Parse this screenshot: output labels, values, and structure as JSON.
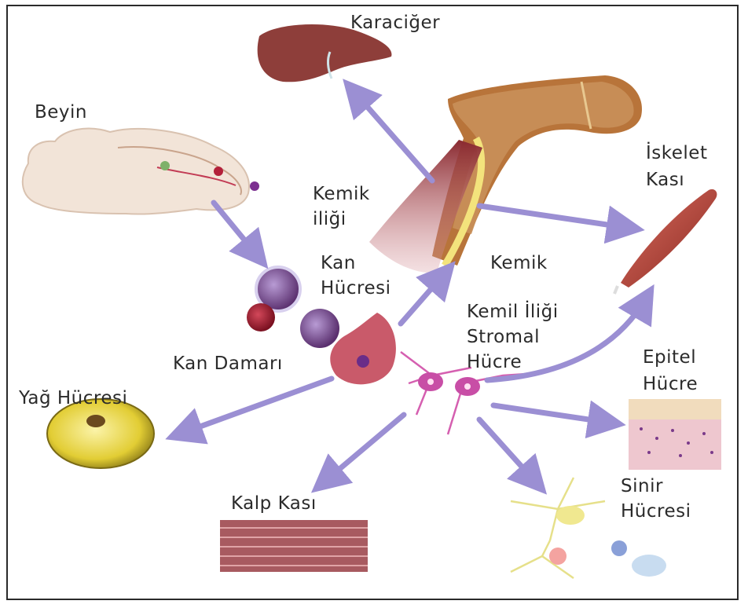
{
  "labels": {
    "liver": "Karaciğer",
    "brain": "Beyin",
    "marrow_line1": "Kemik",
    "marrow_line2": "iliği",
    "skeletal_line1": "İskelet",
    "skeletal_line2": "Kası",
    "blood_cell_line1": "Kan",
    "blood_cell_line2": "Hücresi",
    "bone": "Kemik",
    "stromal_line1": "Kemil İliği",
    "stromal_line2": "Stromal",
    "stromal_line3": "Hücre",
    "blood_vessel": "Kan Damarı",
    "epithelial_line1": "Epitel",
    "epithelial_line2": "Hücre",
    "fat_cell": "Yağ Hücresi",
    "heart_muscle": "Kalp Kası",
    "nerve_line1": "Sinir",
    "nerve_line2": "Hücresi"
  },
  "colors": {
    "arrow": "#9b8fd3",
    "liver": "#8e3e3a",
    "marrow": "#8a2a30",
    "bone": "#d6a867",
    "muscle": "#b3473f",
    "fat": "#e6d23c",
    "brain": "#f2e4d8"
  }
}
